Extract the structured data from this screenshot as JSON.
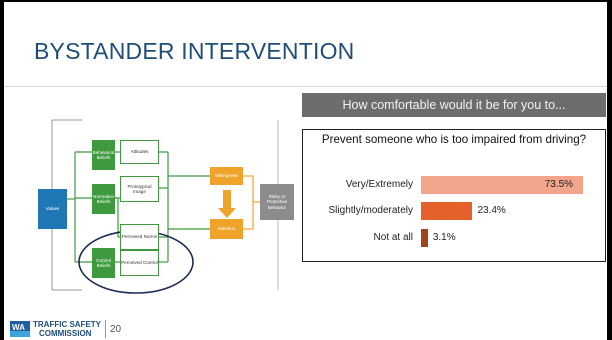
{
  "slide": {
    "title": "BYSTANDER INTERVENTION",
    "page_number": "20"
  },
  "logo": {
    "line1": "TRAFFIC SAFETY",
    "line2": "COMMISSION",
    "mark": "WA"
  },
  "diagram": {
    "values": "Values",
    "behavioral_beliefs": "Behavioral Beliefs",
    "normative_beliefs": "Normative Beliefs",
    "control_beliefs": "Control Beliefs",
    "attitudes": "Attitudes",
    "prototypical_image": "Prototypical Image",
    "perceived_norms": "Perceived Norms",
    "perceived_control": "Perceived Control",
    "willingness": "Willingness",
    "intention": "Intention",
    "risky_behavior": "Risky or Protective Behavior"
  },
  "panel": {
    "header": "How comfortable would it be for you to..."
  },
  "chart_data": {
    "type": "bar",
    "orientation": "horizontal",
    "title": "Prevent someone who is too impaired from driving?",
    "categories": [
      "Very/Extremely",
      "Slightly/moderately",
      "Not at all"
    ],
    "values": [
      73.5,
      23.4,
      3.1
    ],
    "value_labels": [
      "73.5%",
      "23.4%",
      "3.1%"
    ],
    "colors": [
      "#f3a58b",
      "#e5612c",
      "#a0441c"
    ],
    "xlim": [
      0,
      100
    ],
    "grid": false
  }
}
